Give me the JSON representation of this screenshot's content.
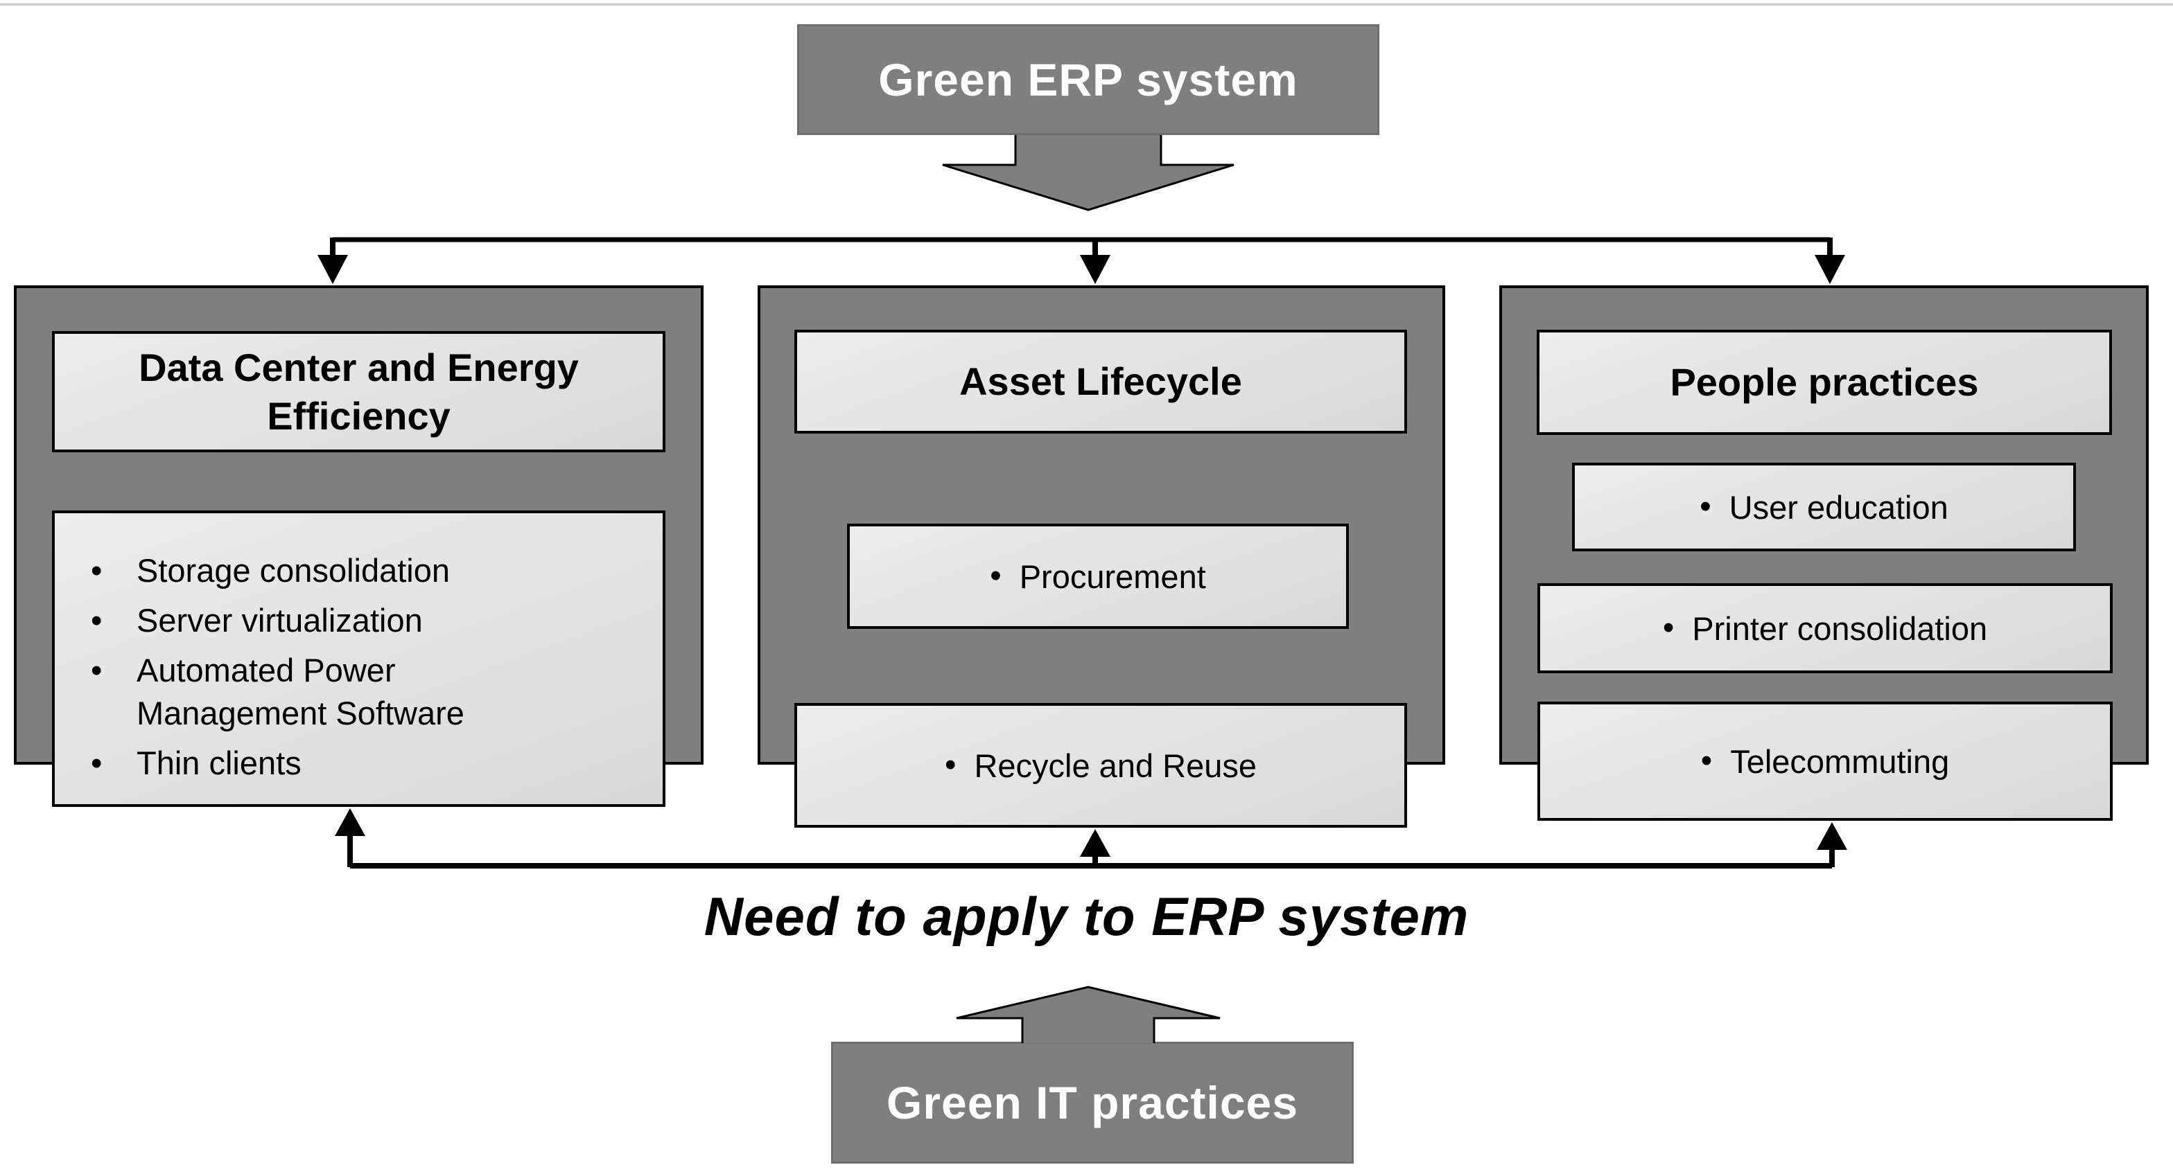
{
  "top_box": {
    "label": "Green ERP system"
  },
  "bottom_box": {
    "label": "Green IT practices"
  },
  "caption": {
    "label": "Need to apply to ERP system"
  },
  "glyphs": {
    "bullet": "•"
  },
  "colors": {
    "panel_gray": "#7f7f7f",
    "box_light": "#e2e2e2",
    "line_black": "#000000",
    "label_white": "#ffffff"
  },
  "panels": [
    {
      "header": "Data Center and Energy Efficiency",
      "items": [
        "Storage consolidation",
        "Server virtualization",
        "Automated Power\nManagement Software",
        "Thin clients"
      ]
    },
    {
      "header": "Asset Lifecycle",
      "items": [
        "Procurement",
        "Recycle and Reuse"
      ]
    },
    {
      "header": "People practices",
      "items": [
        "User education",
        "Printer consolidation",
        "Telecommuting"
      ]
    }
  ]
}
